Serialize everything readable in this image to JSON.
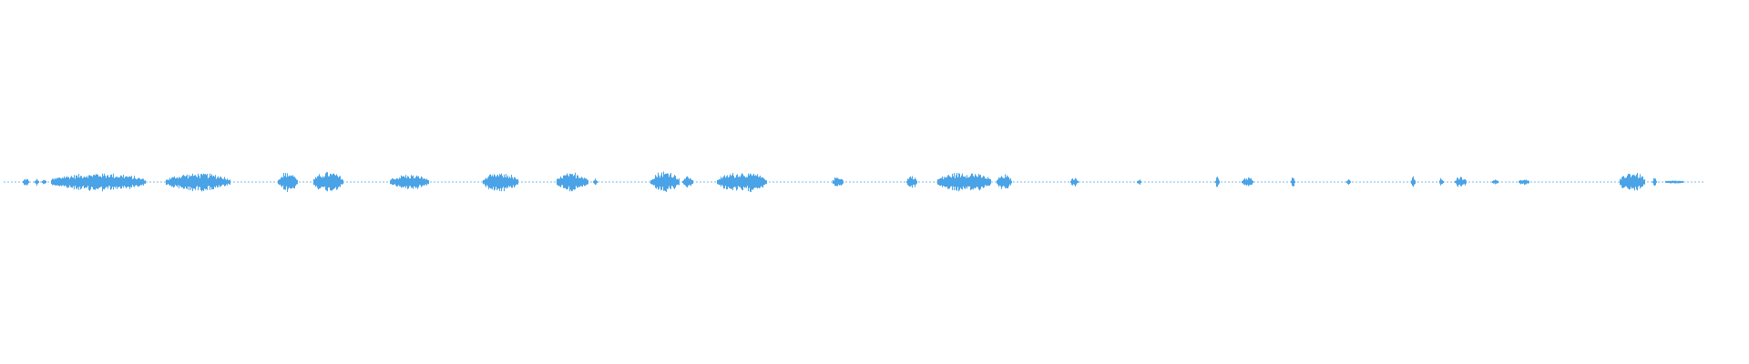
{
  "waveform": {
    "color": "#4aa3e6",
    "background": "#ffffff",
    "duration_fraction_end": 0.975,
    "bursts": [
      {
        "start": 0.013,
        "end": 0.016,
        "amp": 0.25
      },
      {
        "start": 0.02,
        "end": 0.022,
        "amp": 0.22
      },
      {
        "start": 0.024,
        "end": 0.026,
        "amp": 0.15
      },
      {
        "start": 0.029,
        "end": 0.083,
        "amp": 0.55
      },
      {
        "start": 0.095,
        "end": 0.131,
        "amp": 0.55
      },
      {
        "start": 0.159,
        "end": 0.17,
        "amp": 0.6
      },
      {
        "start": 0.179,
        "end": 0.196,
        "amp": 0.6
      },
      {
        "start": 0.223,
        "end": 0.245,
        "amp": 0.45
      },
      {
        "start": 0.276,
        "end": 0.296,
        "amp": 0.55
      },
      {
        "start": 0.318,
        "end": 0.336,
        "amp": 0.55
      },
      {
        "start": 0.339,
        "end": 0.341,
        "amp": 0.2
      },
      {
        "start": 0.372,
        "end": 0.388,
        "amp": 0.65
      },
      {
        "start": 0.39,
        "end": 0.396,
        "amp": 0.35
      },
      {
        "start": 0.41,
        "end": 0.438,
        "amp": 0.6
      },
      {
        "start": 0.476,
        "end": 0.482,
        "amp": 0.35
      },
      {
        "start": 0.518,
        "end": 0.524,
        "amp": 0.4
      },
      {
        "start": 0.536,
        "end": 0.566,
        "amp": 0.6
      },
      {
        "start": 0.57,
        "end": 0.578,
        "amp": 0.45
      },
      {
        "start": 0.612,
        "end": 0.616,
        "amp": 0.28
      },
      {
        "start": 0.65,
        "end": 0.652,
        "amp": 0.2
      },
      {
        "start": 0.695,
        "end": 0.697,
        "amp": 0.35
      },
      {
        "start": 0.71,
        "end": 0.716,
        "amp": 0.3
      },
      {
        "start": 0.738,
        "end": 0.74,
        "amp": 0.3
      },
      {
        "start": 0.77,
        "end": 0.772,
        "amp": 0.2
      },
      {
        "start": 0.807,
        "end": 0.809,
        "amp": 0.35
      },
      {
        "start": 0.823,
        "end": 0.825,
        "amp": 0.3
      },
      {
        "start": 0.832,
        "end": 0.838,
        "amp": 0.35
      },
      {
        "start": 0.853,
        "end": 0.856,
        "amp": 0.2
      },
      {
        "start": 0.868,
        "end": 0.874,
        "amp": 0.18
      },
      {
        "start": 0.926,
        "end": 0.94,
        "amp": 0.6
      },
      {
        "start": 0.945,
        "end": 0.947,
        "amp": 0.25
      },
      {
        "start": 0.952,
        "end": 0.962,
        "amp": 0.1
      }
    ]
  }
}
